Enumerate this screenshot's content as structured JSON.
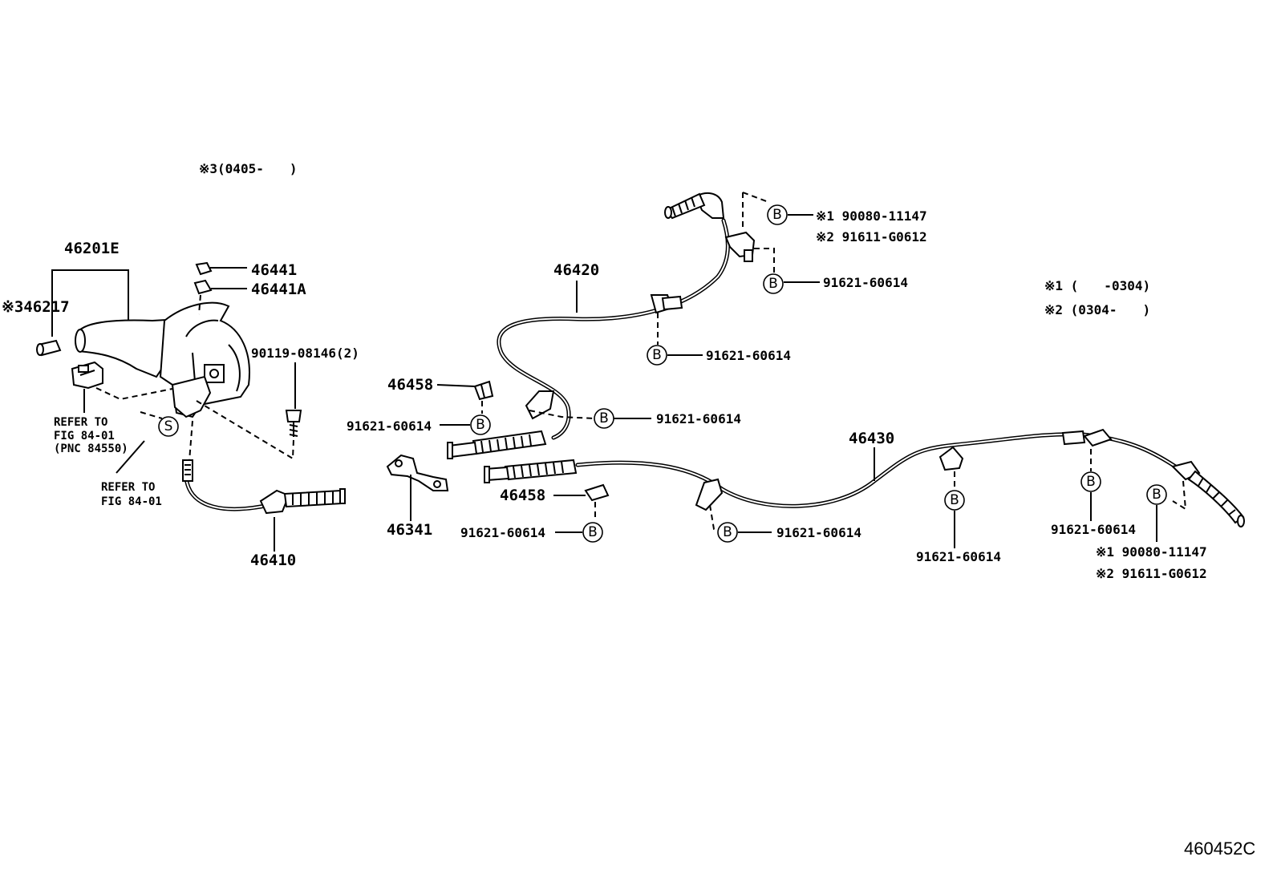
{
  "callouts": {
    "note_s3": "※3(0405-　　)",
    "p46201E": "46201E",
    "p46217": "※346217",
    "p46441": "46441",
    "p46441A": "46441A",
    "p90119": "90119-08146(2)",
    "refer1": [
      "REFER TO",
      "FIG 84-01",
      "(PNC 84550)"
    ],
    "refer2": [
      "REFER TO",
      "FIG 84-01"
    ],
    "p46410": "46410",
    "p46420": "46420",
    "p46458a": "46458",
    "p91621_left1": "91621-60614",
    "p91621_mid1": "91621-60614",
    "p46458b": "46458",
    "p91621_left2": "91621-60614",
    "p46341": "46341",
    "p91621_top1": "91621-60614",
    "p91621_top2": "91621-60614",
    "s1_top": "※1 90080-11147",
    "s2_top": "※2 91611-G0612",
    "p46430": "46430",
    "p91621_b1": "91621-60614",
    "p91621_b2": "91621-60614",
    "p91621_b3": "91621-60614",
    "s1_bot": "※1 90080-11147",
    "s2_bot": "※2 91611-G0612",
    "legend1": "※1 (　　-0304)",
    "legend2": "※2 (0304-　　)",
    "drawing_no": "460452C"
  },
  "symbols": {
    "bolt": "B",
    "screw": "S"
  }
}
